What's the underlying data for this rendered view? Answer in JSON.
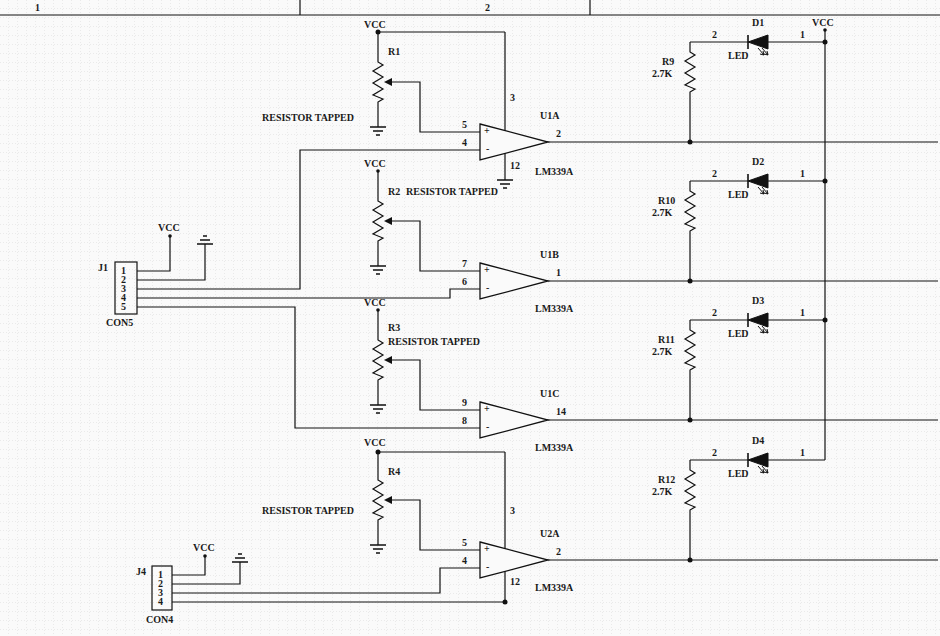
{
  "diagram": {
    "labels": [
      "1",
      "2",
      "VCC",
      "R1",
      "RESISTOR TAPPED",
      "3",
      "5",
      "4",
      "+",
      "-",
      "12",
      "U1A",
      "2",
      "LM339A",
      "D1",
      "2",
      "1",
      "LED",
      "R9",
      "2.7K",
      "VCC",
      "VCC",
      "R2",
      "RESISTOR TAPPED",
      "7",
      "6",
      "+",
      "-",
      "U1B",
      "1",
      "LM339A",
      "D2",
      "2",
      "1",
      "LED",
      "R10",
      "2.7K",
      "J1",
      "VCC",
      "1",
      "2",
      "3",
      "4",
      "5",
      "CON5",
      "VCC",
      "R3",
      "RESISTOR TAPPED",
      "9",
      "8",
      "+",
      "-",
      "U1C",
      "14",
      "LM339A",
      "D3",
      "2",
      "1",
      "LED",
      "R11",
      "2.7K",
      "VCC",
      "R4",
      "RESISTOR TAPPED",
      "3",
      "5",
      "4",
      "+",
      "-",
      "12",
      "U2A",
      "2",
      "LM339A",
      "D4",
      "2",
      "1",
      "LED",
      "R12",
      "2.7K",
      "J4",
      "VCC",
      "1",
      "2",
      "3",
      "4",
      "CON4"
    ]
  }
}
